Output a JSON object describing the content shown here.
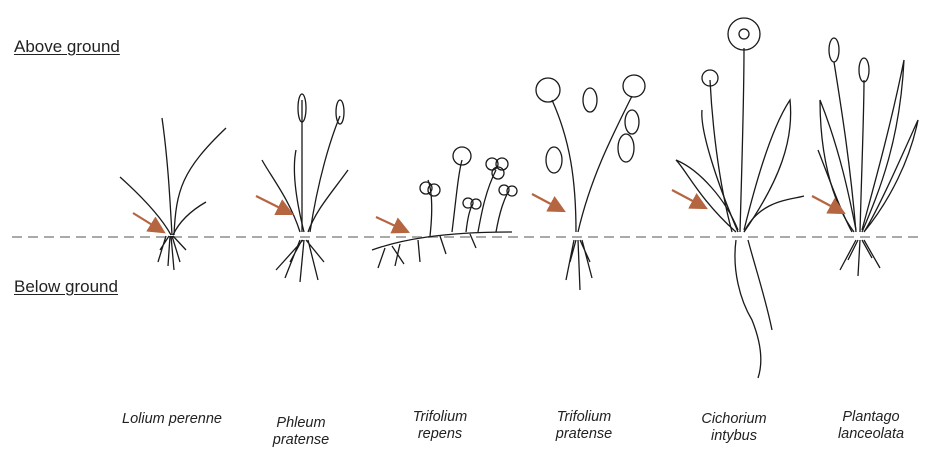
{
  "labels": {
    "above_ground": "Above ground",
    "below_ground": "Below ground"
  },
  "species": [
    {
      "line1": "Lolium perenne",
      "line2": ""
    },
    {
      "line1": "Phleum",
      "line2": "pratense"
    },
    {
      "line1": "Trifolium",
      "line2": "repens"
    },
    {
      "line1": "Trifolium",
      "line2": "pratense"
    },
    {
      "line1": "Cichorium",
      "line2": "intybus"
    },
    {
      "line1": "Plantago",
      "line2": "lanceolata"
    }
  ],
  "colors": {
    "ground_line": "#aaaaaa",
    "arrow": "#b5653f",
    "ink": "#1a1a1a"
  }
}
